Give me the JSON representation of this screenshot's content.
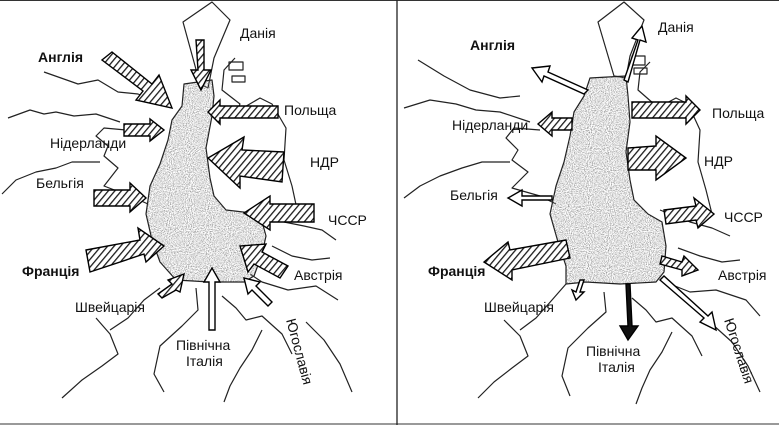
{
  "left_map": {
    "labels": {
      "denmark": "Данія",
      "england": "Англія",
      "poland": "Польща",
      "netherlands": "Нідерланди",
      "gdr": "НДР",
      "belgium": "Бельгія",
      "czechoslovakia": "ЧССР",
      "france": "Франція",
      "austria": "Австрія",
      "switzerland": "Швейцарія",
      "north_italy_1": "Північна",
      "north_italy_2": "Італія",
      "yugoslavia": "Югославія"
    }
  },
  "right_map": {
    "labels": {
      "denmark": "Данія",
      "england": "Англія",
      "poland": "Польща",
      "netherlands": "Нідерланди",
      "gdr": "НДР",
      "belgium": "Бельгія",
      "czechoslovakia": "ЧССР",
      "france": "Франція",
      "austria": "Австрія",
      "switzerland": "Швейцарія",
      "north_italy_1": "Північна",
      "north_italy_2": "Італія",
      "yugoslavia": "Югославія"
    }
  },
  "colors": {
    "ink": "#111111",
    "stipple": "#555555",
    "hatch": "#1a1a1a",
    "background": "#ffffff"
  }
}
